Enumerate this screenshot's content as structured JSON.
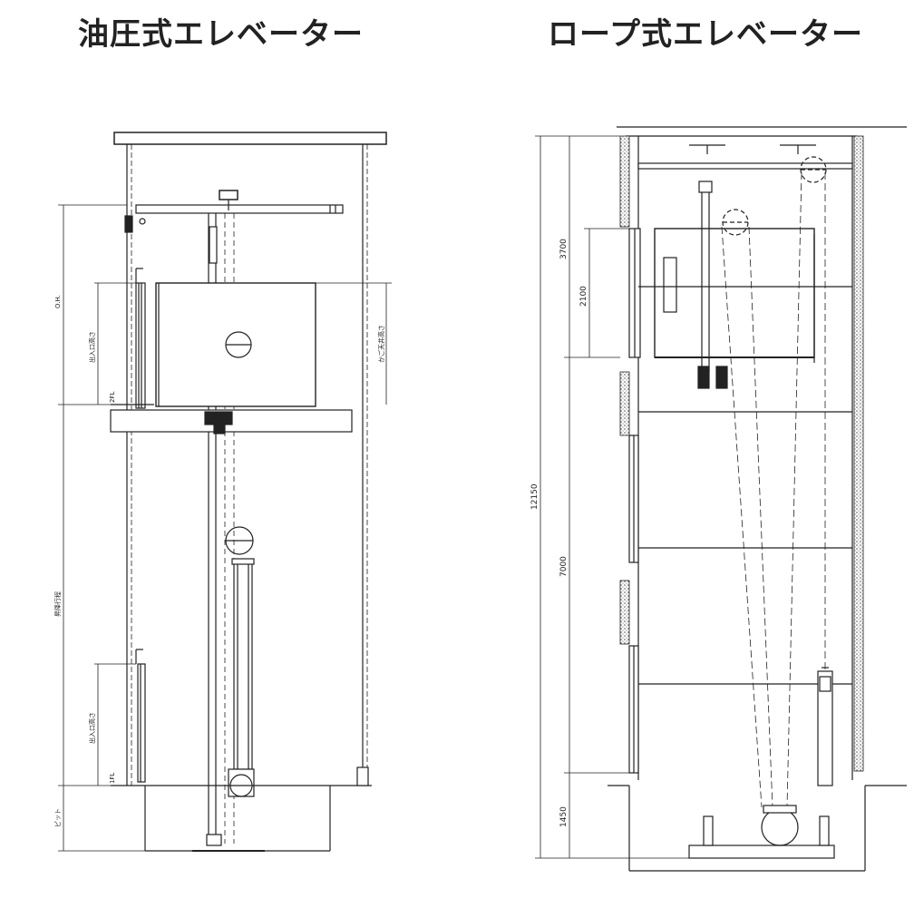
{
  "titles": {
    "hydraulic": "油圧式エレベーター",
    "rope": "ロープ式エレベーター"
  },
  "hydraulic_labels": {
    "overhead": "O.H.",
    "entrance_height_upper": "出入口高さ",
    "entrance_height_lower": "出入口高さ",
    "car_ceiling_height": "かご天井高さ",
    "travel": "昇降行程",
    "pit": "ピット",
    "fl_upper": "2FL",
    "fl_lower": "1FL"
  },
  "rope_dimensions": {
    "overhead": "3700",
    "car_height": "2100",
    "total": "12150",
    "travel": "7000",
    "pit": "1450"
  }
}
